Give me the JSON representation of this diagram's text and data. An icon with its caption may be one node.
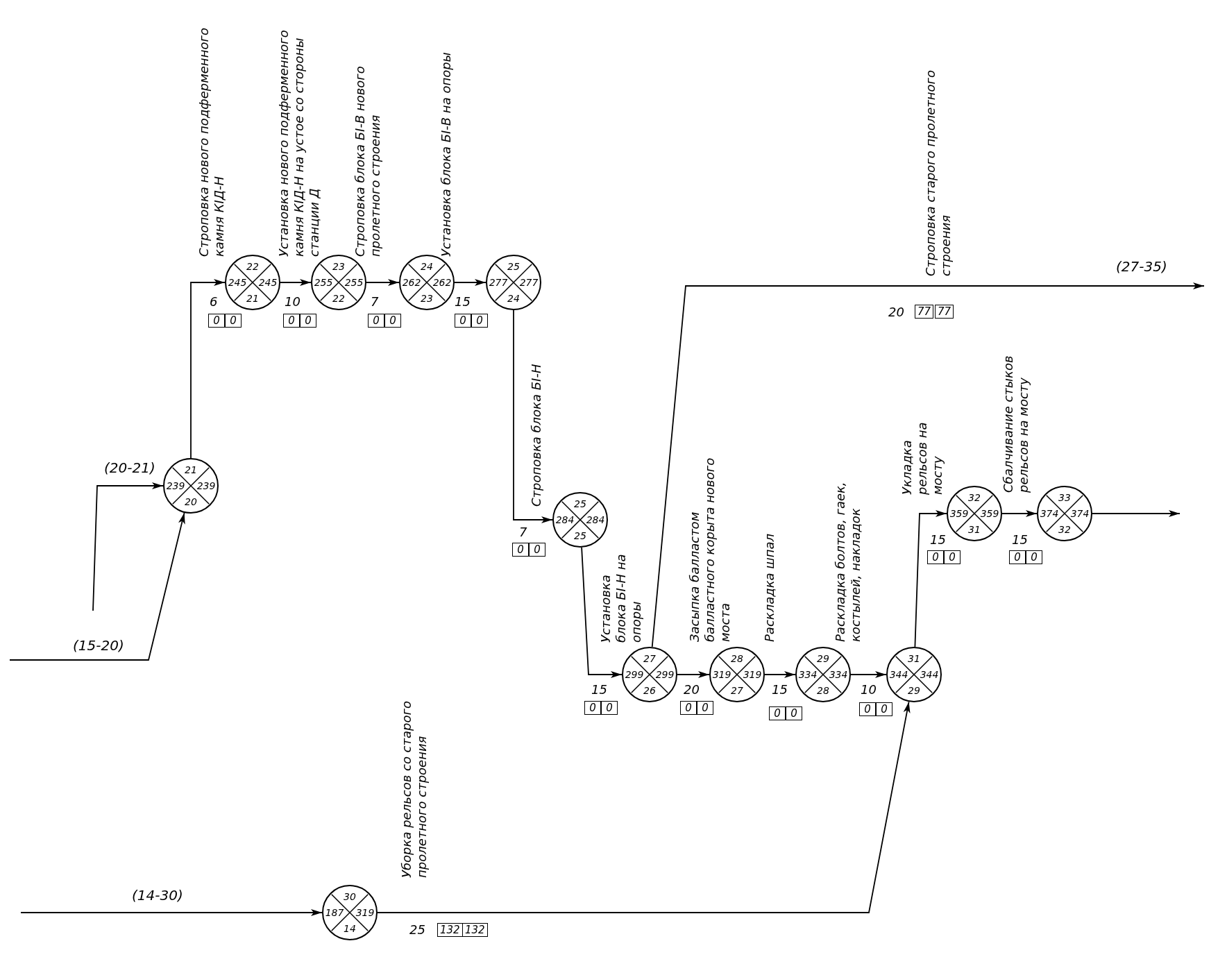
{
  "diagram": {
    "nodes": [
      {
        "text": [
          "21",
          "239",
          "239",
          "20"
        ]
      },
      {
        "text": [
          "22",
          "245",
          "245",
          "21"
        ]
      },
      {
        "text": [
          "23",
          "255",
          "255",
          "22"
        ]
      },
      {
        "text": [
          "24",
          "262",
          "262",
          "23"
        ]
      },
      {
        "text": [
          "25",
          "277",
          "277",
          "24"
        ]
      },
      {
        "text": [
          "25",
          "284",
          "284",
          "25"
        ]
      },
      {
        "text": [
          "27",
          "299",
          "299",
          "26"
        ]
      },
      {
        "text": [
          "28",
          "319",
          "319",
          "27"
        ]
      },
      {
        "text": [
          "29",
          "334",
          "334",
          "28"
        ]
      },
      {
        "text": [
          "31",
          "344",
          "344",
          "29"
        ]
      },
      {
        "text": [
          "32",
          "359",
          "359",
          "31"
        ]
      },
      {
        "text": [
          "33",
          "374",
          "374",
          "32"
        ]
      },
      {
        "text": [
          "30",
          "187",
          "319",
          "14"
        ]
      }
    ],
    "edges": [
      {
        "from": null,
        "to": 0,
        "arrow": "to",
        "label": "(20-21)"
      },
      {
        "from": null,
        "to": 0,
        "arrow": "to",
        "label": "(15-20)"
      },
      {
        "from": 0,
        "to": 1,
        "arrow": "to",
        "label": "Строповка нового подферменного камня КIД-Н"
      },
      {
        "from": 1,
        "to": 2,
        "arrow": "to",
        "label": "Установка нового подферменного камня КIД-Н на устое со стороны станции Д"
      },
      {
        "from": 2,
        "to": 3,
        "arrow": "to",
        "label": "Строповка блока БI-В нового пролетного строения"
      },
      {
        "from": 3,
        "to": 4,
        "arrow": "to",
        "label": "Установка блока БI-В на опоры"
      },
      {
        "from": 4,
        "to": 5,
        "arrow": "to",
        "label": "Строповка блока БI-Н"
      },
      {
        "from": 5,
        "to": 6,
        "arrow": "to",
        "label": "Установка блока БI-Н на опоры"
      },
      {
        "from": 6,
        "to": null,
        "arrow": "to",
        "label": "Строповка старого пролетного строения"
      },
      {
        "from": 6,
        "to": 7,
        "arrow": "to",
        "label": "Засыпка балластом балластного корыта нового моста"
      },
      {
        "from": 7,
        "to": 8,
        "arrow": "to",
        "label": "Раскладка шпал"
      },
      {
        "from": 8,
        "to": 9,
        "arrow": "to",
        "label": "Раскладка болтов, гаек, костылей, накладок"
      },
      {
        "from": null,
        "to": 12,
        "arrow": "to",
        "label": "(14-30)"
      },
      {
        "from": 12,
        "to": 9,
        "arrow": "to",
        "label": "Уборка рельсов со старого пролетного строения"
      },
      {
        "from": 9,
        "to": 10,
        "arrow": "to",
        "label": "Укладка рельсов на мосту"
      },
      {
        "from": 10,
        "to": 11,
        "arrow": "to",
        "label": "Сбалчивание стыков рельсов на мосту"
      },
      {
        "from": 11,
        "to": null,
        "arrow": "to"
      }
    ],
    "labels": [
      "6",
      "0",
      "0",
      "10",
      "0",
      "0",
      "7",
      "0",
      "0",
      "15",
      "0",
      "0",
      "(27-35)",
      "20",
      "77",
      "77",
      "7",
      "0",
      "0",
      "15",
      "0",
      "0",
      "15",
      "0",
      "0",
      "15",
      "0",
      "0",
      "20",
      "0",
      "0",
      "15",
      "0",
      "0",
      "10",
      "0",
      "0",
      "25",
      "132",
      "132"
    ]
  }
}
